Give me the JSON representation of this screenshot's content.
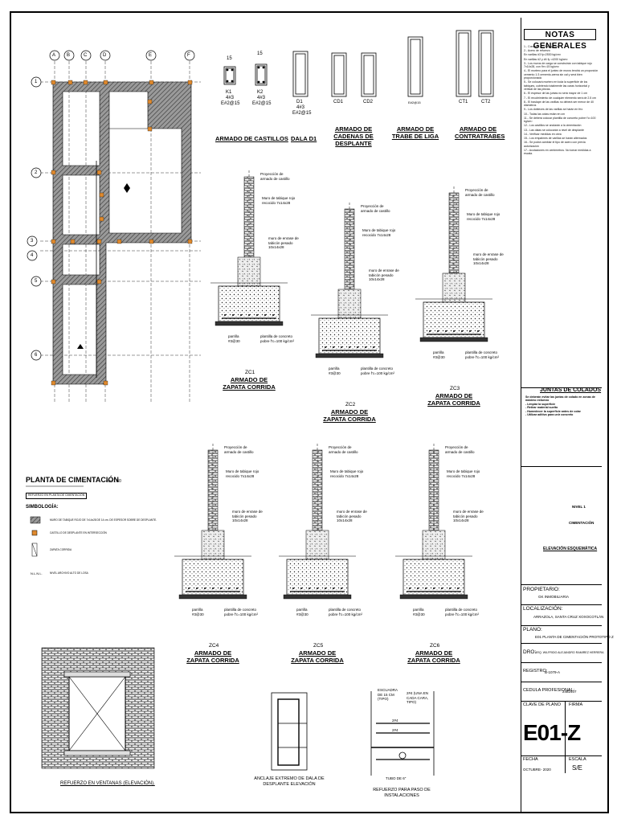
{
  "notas": {
    "title": "NOTAS GENERALES",
    "lines": [
      "1.- Concreto f'c=250 kg/cm²",
      "2.- Acero de refuerzo",
      "En varillas #3 fy=2530 kg/cm²",
      "En varillas #2 y #4 fy =4200 kg/cm²",
      "3.- Los muros de carga se construirán con tabique rojo 7x14x28, con f'm=15 kg/cm²",
      "4.- El mortero para el junteo de muros tendrá un proporción cemento 1:3 cemento-arena sin cal y será bien proporcionado",
      "5.- Se colocará mortero en toda la superficie de los tabiques, cubriendo totalmente las caras horizontal y vertical de las piezas.",
      "6.- El espesor de las juntas no será mayor de 1 cm",
      "7.- El recubrimiento de cualquier elemento será de 2.5 cm",
      "8.- El traslape de las varillas no deberá ser menor de 40 diámetros",
      "9.- Los dobleces de las varillas se harán en frío",
      "10.- Todas las cotas están en cm",
      "11.- Se deberá colocar plantilla de concreto pobre f'c=100 kg/cm²",
      "12.- Los castillos se anclarán a la cimentación",
      "13.- Las dalas se colocarán a nivel de desplante",
      "14.- Verificar medidas en obra",
      "15.- Los empalmes de varillas se harán alternados",
      "16.- Se podrá cambiar el tipo de acero con previa autorización",
      "17.- Acotaciones en centímetros. No tomar medidas a escala."
    ]
  },
  "plan": {
    "title": "PLANTA DE CIMENTACIÓN",
    "scale": "esc 1:50",
    "subtitle": "REFUERZO EN PLANTA DE CIMENTACIÓN",
    "simbologia_title": "SIMBOLOGÍA:",
    "legend": [
      "MURO DE TABIQUE ROJO DE 7x14x28 DE 14 cm. DE ESPESOR SOBRE DE DESPLANTE.",
      "CASTILLO DE DESPLANTE EN INTERSECCIÓN",
      "ZAPATA CORRIDA",
      "NIVEL ARCHIVO ALTO DE LOSA"
    ],
    "legend_code": "N.L.N.L.",
    "axes_top": [
      "A",
      "B",
      "C",
      "D",
      "E",
      "F"
    ],
    "axes_left": [
      "1",
      "2",
      "3",
      "4",
      "5",
      "6"
    ]
  },
  "castillos": {
    "k1": "K1",
    "k1_bars": "4#3",
    "k1_est": "E#2@15",
    "k2": "K2",
    "k2_bars": "4#3",
    "k2_est": "E#2@15",
    "dim15": "15",
    "label": "ARMADO DE CASTILLOS"
  },
  "dala": {
    "name": "D1",
    "bars": "4#3",
    "est": "E#2@15",
    "label": "DALA D1"
  },
  "cadenas": {
    "cd1": "CD1",
    "cd2": "CD2",
    "label": "ARMADO DE CADENAS DE DESPLANTE"
  },
  "trabe": {
    "label": "ARMADO DE TRABE DE LIGA",
    "bars": "E#2@15"
  },
  "contratrabes": {
    "ct1": "CT1",
    "ct2": "CT2",
    "label": "ARMADO DE CONTRATRABES"
  },
  "zapatas": [
    {
      "code": "ZC1",
      "label": "ARMADO DE ZAPATA CORRIDA"
    },
    {
      "code": "ZC2",
      "label": "ARMADO DE ZAPATA CORRIDA"
    },
    {
      "code": "ZC3",
      "label": "ARMADO DE ZAPATA CORRIDA"
    },
    {
      "code": "ZC4",
      "label": "ARMADO DE ZAPATA CORRIDA"
    },
    {
      "code": "ZC5",
      "label": "ARMADO DE ZAPATA CORRIDA"
    },
    {
      "code": "ZC6",
      "label": "ARMADO DE ZAPATA CORRIDA"
    }
  ],
  "section_notes": {
    "proyeccion": "Proyección de armado de castillo",
    "muro": "Muro de tabique rojo recocido 7x14x28",
    "enrase": "muro de enrase de tabicón pesado 10x14x28",
    "parrilla": "parrilla #3@30",
    "plantilla": "plantilla de concreto pobre f'c=100 kg/cm²",
    "zapata": "zapata"
  },
  "juntas": {
    "title": "JUNTAS DE COLADOS",
    "lines": [
      "Se deberán evitar las juntas de colado en zonas de máximo esfuerzo",
      "- Limpiar la superficie",
      "- Retirar material suelto",
      "- Humedecer la superficie antes de colar",
      "- Utilizar aditivo para unir concreto"
    ]
  },
  "elevacion": {
    "nivel": "NIVEL 1",
    "cimentacion": "CIMENTACIÓN",
    "label": "ELEVACIÓN ESQUEMÁTICA"
  },
  "title_block": {
    "propietario_label": "PROPIETARIO:",
    "propietario": "GK INMOBILIARIA",
    "localizacion_label": "LOCALIZACIÓN:",
    "localizacion": "ARRAZOLA, SANTA CRUZ XOXOCOTLÁN",
    "plano_label": "PLANO:",
    "plano": "E01 PLANTA DE CIMENTACIÓN PROTOTIPO Z",
    "dro_label": "DRO:",
    "dro": "ARQ. WILFRIDO ALEJANDRO RAMIREZ HERRERA",
    "registro_label": "REGISTRO:",
    "registro": "B-1079-A",
    "cedula_label": "CEDULA PROFESIONAL:",
    "cedula": "2482407",
    "clave_label": "CLAVE DE PLANO",
    "firma_label": "FIRMA",
    "clave": "E01-Z",
    "fecha_label": "FECHA",
    "fecha": "OCTUBRE- 2020",
    "escala_label": "ESCALA",
    "escala": "S/E"
  },
  "details": {
    "ventana": "REFUERZO EN VENTANAS (ELEVACIÓN).",
    "anclaje": "ANCLAJE EXTREMO DE DALA DE DESPLANTE ELEVACIÓN",
    "instalaciones": "REFUERZO PARA PASO DE INSTALACIONES",
    "escuadra": "ESCUADRA DE 15 CM (TIPO)",
    "una_cada": "2#4 (UNA EN CADA CARA, TIPO)",
    "tubo": "TUBO DE 6\"",
    "dim_2x4": "2#4"
  }
}
